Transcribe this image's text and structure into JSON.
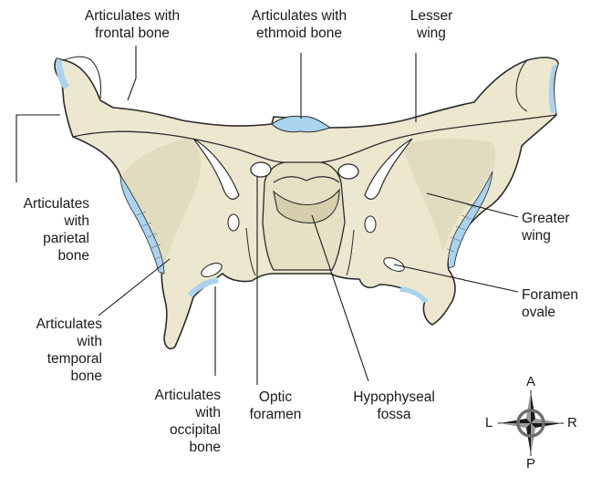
{
  "colors": {
    "bone_fill": "#ece7cf",
    "bone_shade": "#d9d2b2",
    "bone_outline": "#2b2b2b",
    "articular_blue": "#a9d3ee",
    "leader": "#1a1a1a"
  },
  "labels": {
    "frontal": "Articulates with\nfrontal bone",
    "ethmoid": "Articulates with\nethmoid bone",
    "lesser_wing": "Lesser\nwing",
    "parietal": "Articulates\nwith\nparietal\nbone",
    "greater_wing": "Greater\nwing",
    "foramen_ovale": "Foramen\novale",
    "temporal": "Articulates\nwith\ntemporal\nbone",
    "occipital": "Articulates\nwith\noccipital\nbone",
    "optic_foramen": "Optic\nforamen",
    "hypophyseal_fossa": "Hypophyseal\nfossa"
  },
  "compass": {
    "top": "A",
    "bottom": "P",
    "left": "L",
    "right": "R",
    "icon": "compass-rose-icon"
  }
}
